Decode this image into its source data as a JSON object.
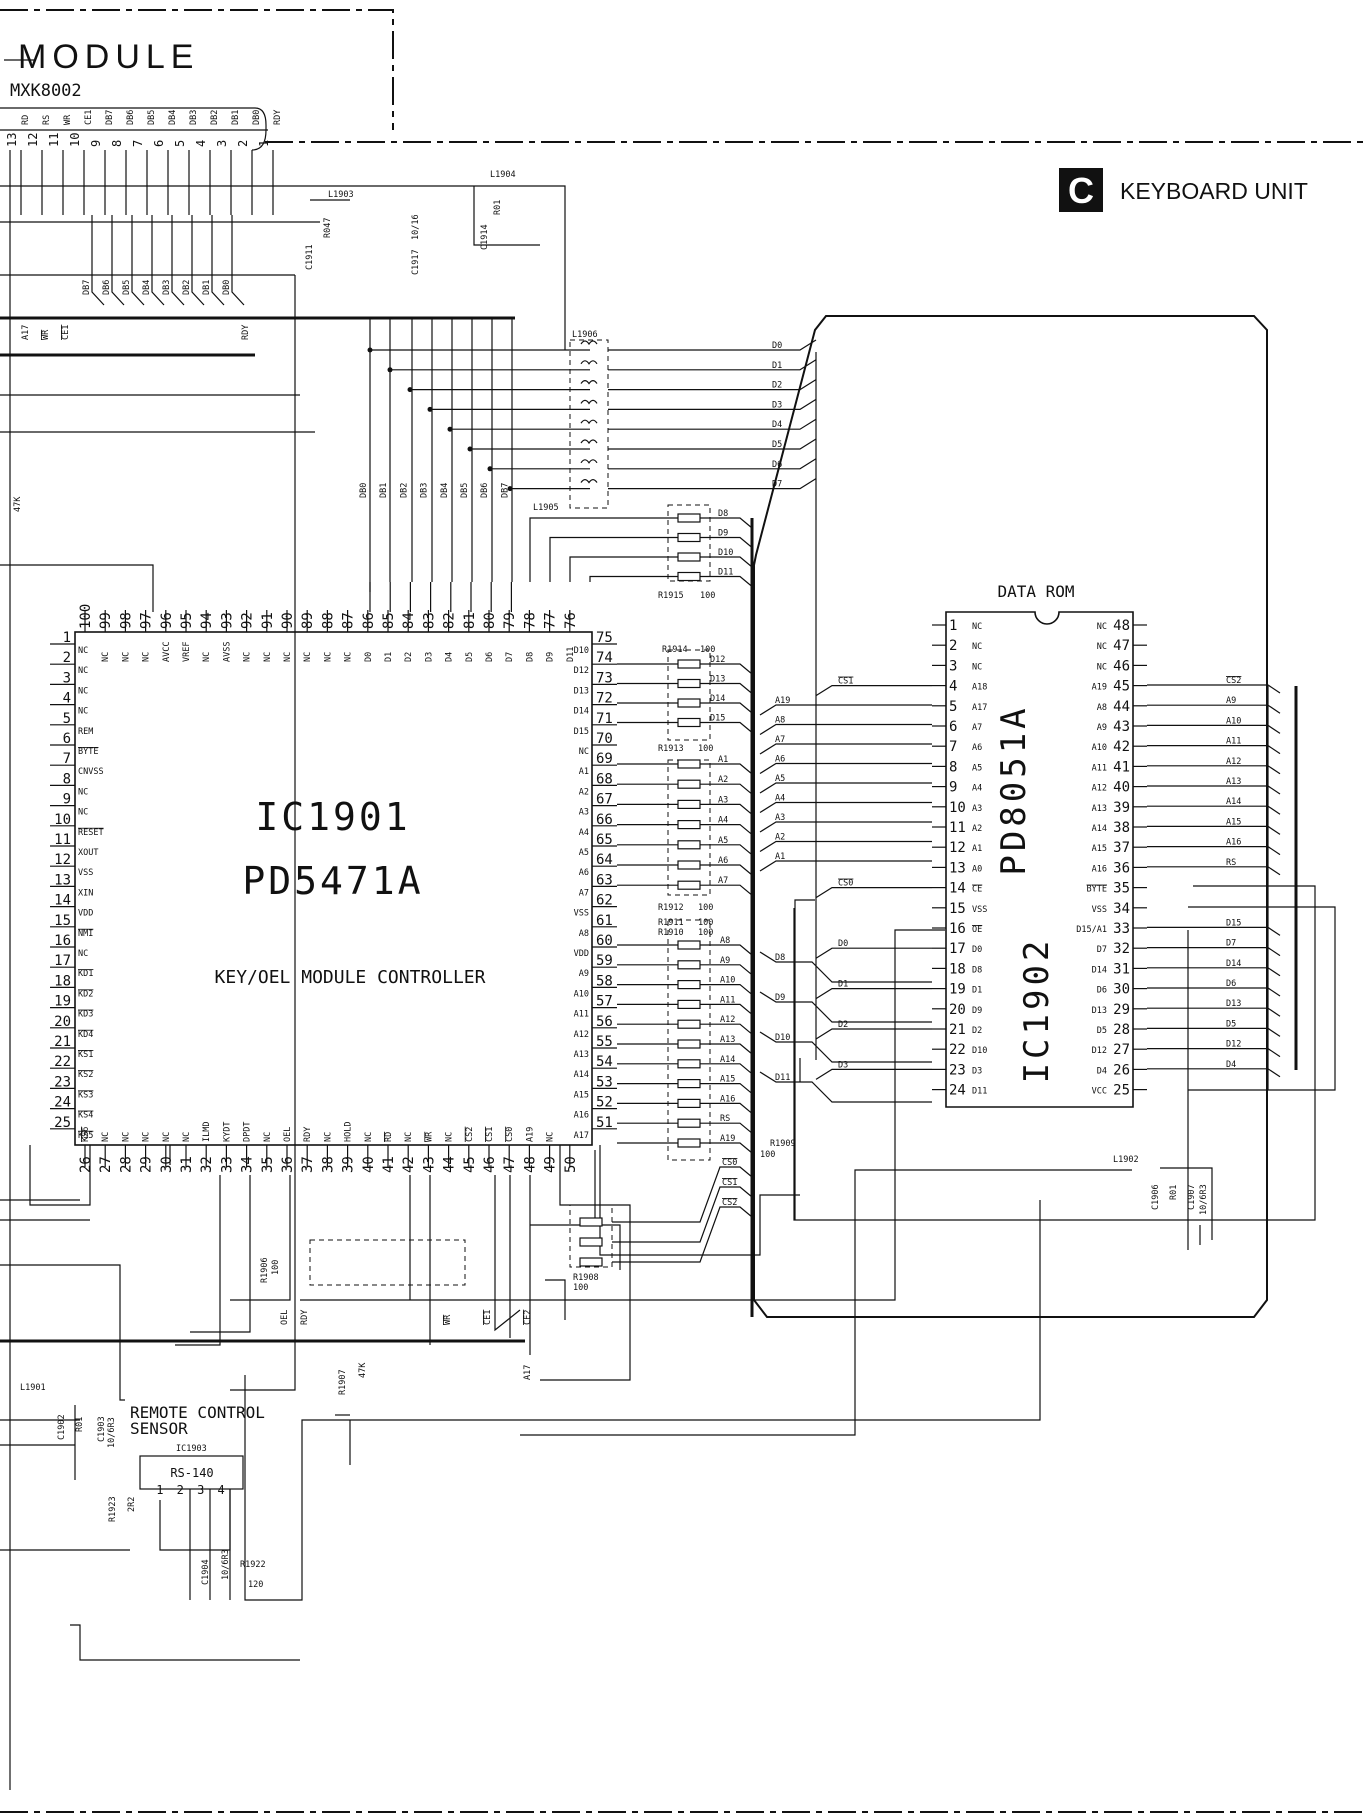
{
  "module": {
    "title": "MODULE",
    "part": "MXK8002",
    "pins": [
      {
        "num": "13",
        "name": "RD"
      },
      {
        "num": "12",
        "name": "RS"
      },
      {
        "num": "11",
        "name": "WR"
      },
      {
        "num": "10",
        "name": "CE1"
      },
      {
        "num": "9",
        "name": "DB7"
      },
      {
        "num": "8",
        "name": "DB6"
      },
      {
        "num": "7",
        "name": "DB5"
      },
      {
        "num": "6",
        "name": "DB4"
      },
      {
        "num": "5",
        "name": "DB3"
      },
      {
        "num": "4",
        "name": "DB2"
      },
      {
        "num": "3",
        "name": "DB1"
      },
      {
        "num": "2",
        "name": "DB0"
      },
      {
        "num": "1",
        "name": "RDY"
      }
    ]
  },
  "header": {
    "badge": "C",
    "title": "KEYBOARD UNIT"
  },
  "ic1901": {
    "ref": "IC1901",
    "part": "PD5471A",
    "description": "KEY/OEL MODULE CONTROLLER",
    "left_pins": [
      {
        "num": "1",
        "name": "NC"
      },
      {
        "num": "2",
        "name": "NC"
      },
      {
        "num": "3",
        "name": "NC"
      },
      {
        "num": "4",
        "name": "NC"
      },
      {
        "num": "5",
        "name": "REM"
      },
      {
        "num": "6",
        "name": "BYTE"
      },
      {
        "num": "7",
        "name": "CNVSS"
      },
      {
        "num": "8",
        "name": "NC"
      },
      {
        "num": "9",
        "name": "NC"
      },
      {
        "num": "10",
        "name": "RESET"
      },
      {
        "num": "11",
        "name": "XOUT"
      },
      {
        "num": "12",
        "name": "VSS"
      },
      {
        "num": "13",
        "name": "XIN"
      },
      {
        "num": "14",
        "name": "VDD"
      },
      {
        "num": "15",
        "name": "NMI"
      },
      {
        "num": "16",
        "name": "NC"
      },
      {
        "num": "17",
        "name": "KD1"
      },
      {
        "num": "18",
        "name": "KD2"
      },
      {
        "num": "19",
        "name": "KD3"
      },
      {
        "num": "20",
        "name": "KD4"
      },
      {
        "num": "21",
        "name": "KS1"
      },
      {
        "num": "22",
        "name": "KS2"
      },
      {
        "num": "23",
        "name": "KS3"
      },
      {
        "num": "24",
        "name": "KS4"
      },
      {
        "num": "25",
        "name": "KS5"
      }
    ],
    "right_pins": [
      {
        "num": "75",
        "name": "D10"
      },
      {
        "num": "74",
        "name": "D12"
      },
      {
        "num": "73",
        "name": "D13"
      },
      {
        "num": "72",
        "name": "D14"
      },
      {
        "num": "71",
        "name": "D15"
      },
      {
        "num": "70",
        "name": "NC"
      },
      {
        "num": "69",
        "name": "A1"
      },
      {
        "num": "68",
        "name": "A2"
      },
      {
        "num": "67",
        "name": "A3"
      },
      {
        "num": "66",
        "name": "A4"
      },
      {
        "num": "65",
        "name": "A5"
      },
      {
        "num": "64",
        "name": "A6"
      },
      {
        "num": "63",
        "name": "A7"
      },
      {
        "num": "62",
        "name": "VSS"
      },
      {
        "num": "61",
        "name": "A8"
      },
      {
        "num": "60",
        "name": "VDD"
      },
      {
        "num": "59",
        "name": "A9"
      },
      {
        "num": "58",
        "name": "A10"
      },
      {
        "num": "57",
        "name": "A11"
      },
      {
        "num": "56",
        "name": "A12"
      },
      {
        "num": "55",
        "name": "A13"
      },
      {
        "num": "54",
        "name": "A14"
      },
      {
        "num": "53",
        "name": "A15"
      },
      {
        "num": "52",
        "name": "A16"
      },
      {
        "num": "51",
        "name": "A17"
      }
    ],
    "top_pins": [
      {
        "num": "100",
        "name": ""
      },
      {
        "num": "99",
        "name": "NC"
      },
      {
        "num": "98",
        "name": "NC"
      },
      {
        "num": "97",
        "name": "NC"
      },
      {
        "num": "96",
        "name": "AVCC"
      },
      {
        "num": "95",
        "name": "VREF"
      },
      {
        "num": "94",
        "name": "NC"
      },
      {
        "num": "93",
        "name": "AVSS"
      },
      {
        "num": "92",
        "name": "NC"
      },
      {
        "num": "91",
        "name": "NC"
      },
      {
        "num": "90",
        "name": "NC"
      },
      {
        "num": "89",
        "name": "NC"
      },
      {
        "num": "88",
        "name": "NC"
      },
      {
        "num": "87",
        "name": "NC"
      },
      {
        "num": "86",
        "name": "D0"
      },
      {
        "num": "85",
        "name": "D1"
      },
      {
        "num": "84",
        "name": "D2"
      },
      {
        "num": "83",
        "name": "D3"
      },
      {
        "num": "82",
        "name": "D4"
      },
      {
        "num": "81",
        "name": "D5"
      },
      {
        "num": "80",
        "name": "D6"
      },
      {
        "num": "79",
        "name": "D7"
      },
      {
        "num": "78",
        "name": "D8"
      },
      {
        "num": "77",
        "name": "D9"
      },
      {
        "num": "76",
        "name": "D11"
      }
    ],
    "bottom_pins": [
      {
        "num": "26",
        "name": "KS6"
      },
      {
        "num": "27",
        "name": "NC"
      },
      {
        "num": "28",
        "name": "NC"
      },
      {
        "num": "29",
        "name": "NC"
      },
      {
        "num": "30",
        "name": "NC"
      },
      {
        "num": "31",
        "name": "NC"
      },
      {
        "num": "32",
        "name": "ILMD"
      },
      {
        "num": "33",
        "name": "KYDT"
      },
      {
        "num": "34",
        "name": "DPDT"
      },
      {
        "num": "35",
        "name": "NC"
      },
      {
        "num": "36",
        "name": "OEL"
      },
      {
        "num": "37",
        "name": "RDY"
      },
      {
        "num": "38",
        "name": "NC"
      },
      {
        "num": "39",
        "name": "HOLD"
      },
      {
        "num": "40",
        "name": "NC"
      },
      {
        "num": "41",
        "name": "RD"
      },
      {
        "num": "42",
        "name": "NC"
      },
      {
        "num": "43",
        "name": "WR"
      },
      {
        "num": "44",
        "name": "NC"
      },
      {
        "num": "45",
        "name": "CS2"
      },
      {
        "num": "46",
        "name": "CS1"
      },
      {
        "num": "47",
        "name": "CS0"
      },
      {
        "num": "48",
        "name": "A19"
      },
      {
        "num": "49",
        "name": "NC"
      },
      {
        "num": "50",
        "name": ""
      }
    ]
  },
  "ic1902": {
    "title": "DATA ROM",
    "ref": "IC1902",
    "part": "PD8051A",
    "left_pins": [
      {
        "num": "1",
        "name": "NC"
      },
      {
        "num": "2",
        "name": "NC"
      },
      {
        "num": "3",
        "name": "NC"
      },
      {
        "num": "4",
        "name": "A18"
      },
      {
        "num": "5",
        "name": "A17"
      },
      {
        "num": "6",
        "name": "A7"
      },
      {
        "num": "7",
        "name": "A6"
      },
      {
        "num": "8",
        "name": "A5"
      },
      {
        "num": "9",
        "name": "A4"
      },
      {
        "num": "10",
        "name": "A3"
      },
      {
        "num": "11",
        "name": "A2"
      },
      {
        "num": "12",
        "name": "A1"
      },
      {
        "num": "13",
        "name": "A0"
      },
      {
        "num": "14",
        "name": "CE"
      },
      {
        "num": "15",
        "name": "VSS"
      },
      {
        "num": "16",
        "name": "OE"
      },
      {
        "num": "17",
        "name": "D0"
      },
      {
        "num": "18",
        "name": "D8"
      },
      {
        "num": "19",
        "name": "D1"
      },
      {
        "num": "20",
        "name": "D9"
      },
      {
        "num": "21",
        "name": "D2"
      },
      {
        "num": "22",
        "name": "D10"
      },
      {
        "num": "23",
        "name": "D3"
      },
      {
        "num": "24",
        "name": "D11"
      }
    ],
    "right_pins": [
      {
        "num": "48",
        "name": "NC"
      },
      {
        "num": "47",
        "name": "NC"
      },
      {
        "num": "46",
        "name": "NC"
      },
      {
        "num": "45",
        "name": "A19"
      },
      {
        "num": "44",
        "name": "A8"
      },
      {
        "num": "43",
        "name": "A9"
      },
      {
        "num": "42",
        "name": "A10"
      },
      {
        "num": "41",
        "name": "A11"
      },
      {
        "num": "40",
        "name": "A12"
      },
      {
        "num": "39",
        "name": "A13"
      },
      {
        "num": "38",
        "name": "A14"
      },
      {
        "num": "37",
        "name": "A15"
      },
      {
        "num": "36",
        "name": "A16"
      },
      {
        "num": "35",
        "name": "BYTE"
      },
      {
        "num": "34",
        "name": "VSS"
      },
      {
        "num": "33",
        "name": "D15/A1"
      },
      {
        "num": "32",
        "name": "D7"
      },
      {
        "num": "31",
        "name": "D14"
      },
      {
        "num": "30",
        "name": "D6"
      },
      {
        "num": "29",
        "name": "D13"
      },
      {
        "num": "28",
        "name": "D5"
      },
      {
        "num": "27",
        "name": "D12"
      },
      {
        "num": "26",
        "name": "D4"
      },
      {
        "num": "25",
        "name": "VCC"
      }
    ],
    "left_nets": {
      "4": "CS1",
      "14": "CS0",
      "17": "D0",
      "19": "D1",
      "21": "D2",
      "23": "D3"
    },
    "right_nets": [
      "CS2",
      "A9",
      "A10",
      "A11",
      "A12",
      "A13",
      "A14",
      "A15",
      "A16",
      "RS",
      "",
      "",
      "D15",
      "D7",
      "D14",
      "D6",
      "D13",
      "D5",
      "D12",
      "D4"
    ]
  },
  "buses": {
    "data_upper": [
      "D0",
      "D1",
      "D2",
      "D3",
      "D4",
      "D5",
      "D6",
      "D7"
    ],
    "data_lower": [
      "D8",
      "D9",
      "D10",
      "D11"
    ],
    "data_mid": [
      "D12",
      "D13",
      "D14",
      "D15"
    ],
    "addr_low": [
      "A1",
      "A2",
      "A3",
      "A4",
      "A5",
      "A6",
      "A7"
    ],
    "addr_high": [
      "A8",
      "A9",
      "A10",
      "A11",
      "A12",
      "A13",
      "A14",
      "A15",
      "A16",
      "RS",
      "A19"
    ],
    "chip_selects": [
      "CS0",
      "CS1",
      "CS2"
    ],
    "rom_addr_low": [
      "A19",
      "A8",
      "A7",
      "A6",
      "A5",
      "A4",
      "A3",
      "A2",
      "A1"
    ],
    "rom_data_mid": [
      "D8",
      "D9",
      "D10",
      "D11"
    ],
    "module_db": [
      "DB7",
      "DB6",
      "DB5",
      "DB4",
      "DB3",
      "DB2",
      "DB1",
      "DB0"
    ],
    "vertical_db": [
      "DB0",
      "DB1",
      "DB2",
      "DB3",
      "DB4",
      "DB5",
      "DB6",
      "DB7"
    ],
    "left_bus_labels": [
      "A17",
      "WR",
      "CE1",
      "RDY"
    ],
    "lower_bus_labels": [
      "OEL",
      "RDY",
      "WR",
      "CE1",
      "CE2",
      "A17"
    ]
  },
  "labels": {
    "l1903": "L1903",
    "l1904": "L1904",
    "l1905": "L1905",
    "l1906": "L1906",
    "l1901": "L1901",
    "l1902": "L1902",
    "c1911": "C1911",
    "r047": "R047",
    "c1917": "C1917",
    "c1917v": "10/16",
    "c1914": "C1914",
    "r01": "R01",
    "r1915": "R1915",
    "r1914": "R1914",
    "r1913": "R1913",
    "r1912": "R1912",
    "r1911": "R1911",
    "r1910": "R1910",
    "r1909": "R1909",
    "r1908": "R1908",
    "r1906": "R1906",
    "r1907": "R1907",
    "r1923": "R1923",
    "r1922": "R1922",
    "v100": "100",
    "v47k": "47K",
    "v2r2": "2R2",
    "v120": "120",
    "c1906": "C1906",
    "c1907": "C1907",
    "c1907v": "10/6R3",
    "c1902": "C1902",
    "c1903": "C1903",
    "c1903v": "10/6R3",
    "c1904": "C1904",
    "c1904v": "10/6R3",
    "remote1": "REMOTE CONTROL",
    "remote2": "SENSOR",
    "ic1903": "IC1903",
    "rs140": "RS-140",
    "rs_pins": "1 2 3 4"
  }
}
